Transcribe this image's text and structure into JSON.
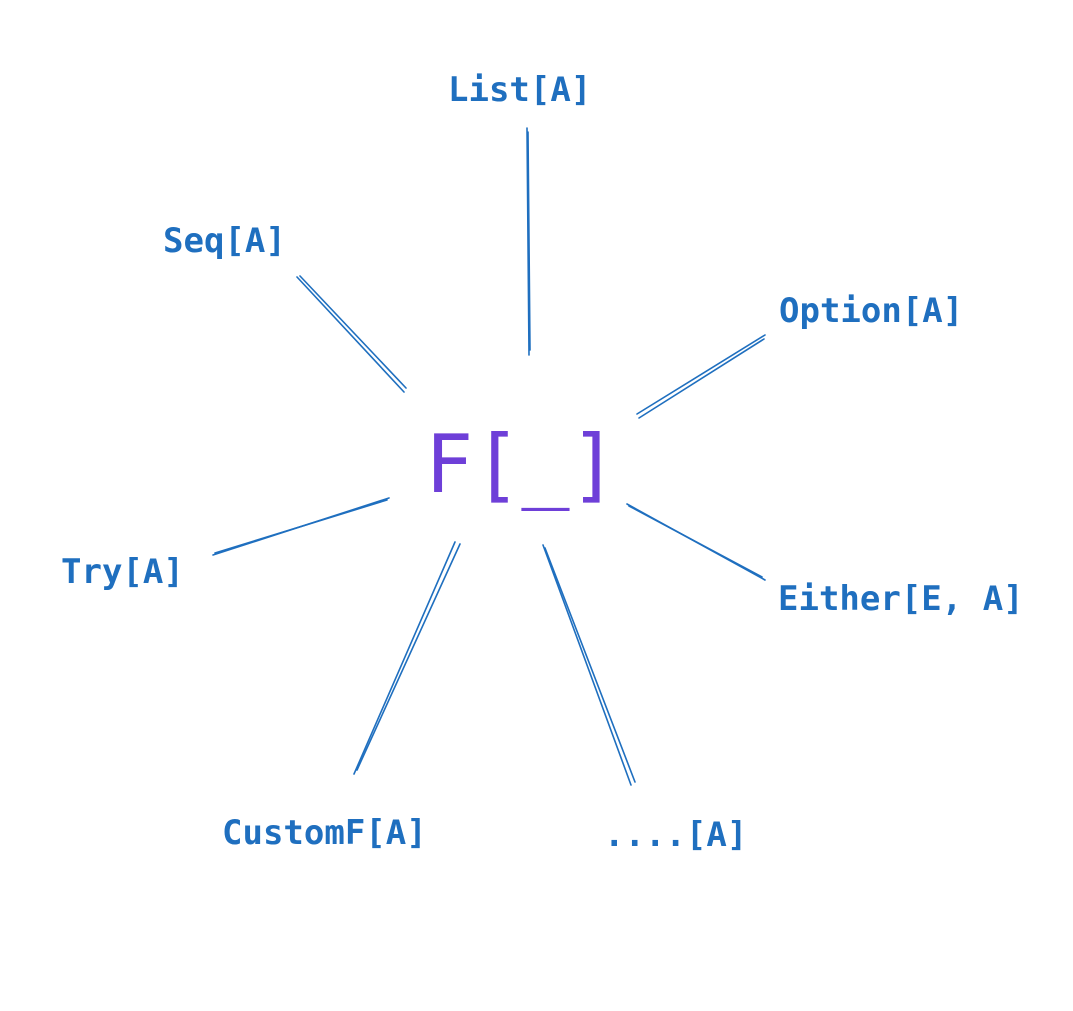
{
  "colors": {
    "edge": "#1f6fbf",
    "label": "#1f6fbf",
    "center": "#6e3fd8",
    "background": "#ffffff"
  },
  "center": {
    "label": "F[_]"
  },
  "nodes": [
    {
      "id": "list",
      "label": "List[A]"
    },
    {
      "id": "seq",
      "label": "Seq[A]"
    },
    {
      "id": "option",
      "label": "Option[A]"
    },
    {
      "id": "try",
      "label": "Try[A]"
    },
    {
      "id": "either",
      "label": "Either[E, A]"
    },
    {
      "id": "customf",
      "label": "CustomF[A]"
    },
    {
      "id": "ellipsis",
      "label": "....[A]"
    }
  ]
}
